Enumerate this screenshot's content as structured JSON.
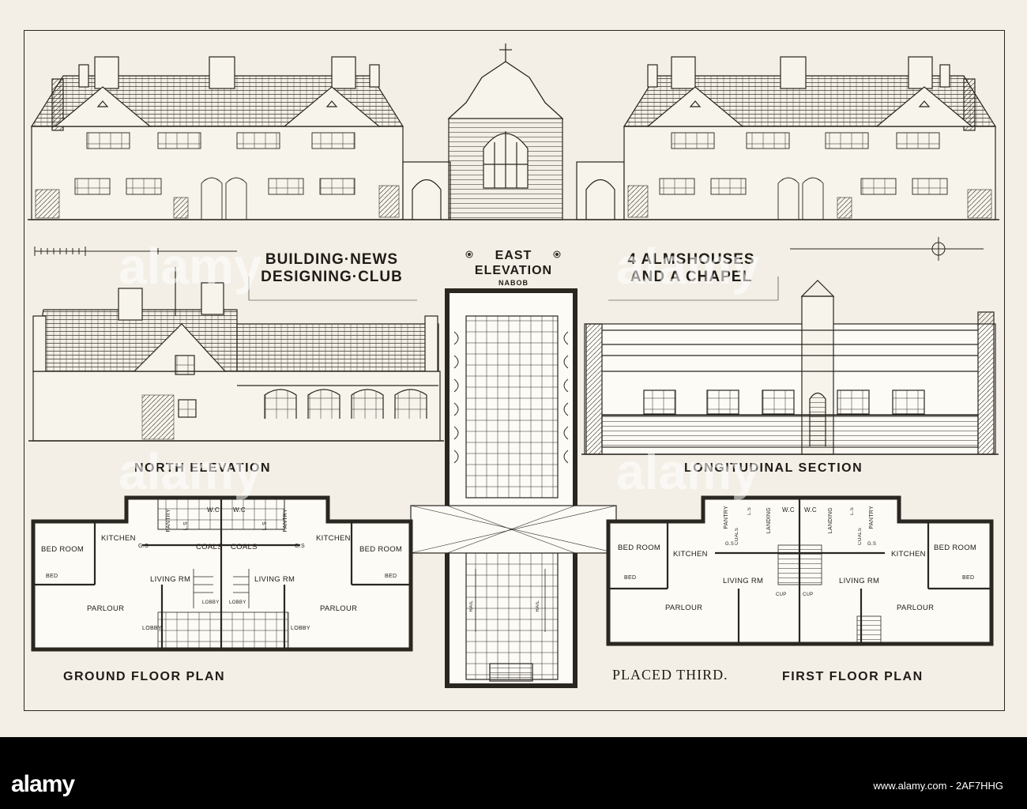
{
  "title_block": {
    "left_line1": "BUILDING·NEWS",
    "left_line2": "DESIGNING·CLUB",
    "center_line1": "EAST",
    "center_line2": "ELEVATION",
    "center_sub": "NABOB",
    "right_line1": "4 ALMSHOUSES",
    "right_line2": "AND A CHAPEL"
  },
  "captions": {
    "north": "NORTH ELEVATION",
    "section": "LONGITUDINAL SECTION",
    "ground": "GROUND FLOOR PLAN",
    "first": "FIRST FLOOR PLAN",
    "placed": "PLACED THIRD."
  },
  "ground_rooms": {
    "bed_l": "BED ROOM",
    "bed_r": "BED ROOM",
    "bed_l2": "BED",
    "bed_r2": "BED",
    "kitchen_l": "KITCHEN",
    "kitchen_r": "KITCHEN",
    "living_l": "LIVING RM",
    "living_r": "LIVING RM",
    "parlour_l": "PARLOUR",
    "parlour_r": "PARLOUR",
    "coals_l": "COALS",
    "coals_r": "COALS",
    "wc_l": "W.C",
    "wc_r": "W.C",
    "pantry_l": "PANTRY",
    "pantry_r": "PANTRY",
    "lobby_l": "LOBBY",
    "lobby_r": "LOBBY",
    "lobby_c1": "LOBBY",
    "lobby_c2": "LOBBY",
    "gs_l": "G.S",
    "gs_r": "G.S",
    "ls_l": "L.S",
    "ls_r": "L.S"
  },
  "first_rooms": {
    "bed_l": "BED ROOM",
    "bed_r": "BED ROOM",
    "bed_l2": "BED",
    "bed_r2": "BED",
    "kitchen_l": "KITCHEN",
    "kitchen_r": "KITCHEN",
    "living_l": "LIVING RM",
    "living_r": "LIVING RM",
    "parlour_l": "PARLOUR",
    "parlour_r": "PARLOUR",
    "wc_l": "W.C",
    "wc_r": "W.C",
    "landing_l": "LANDING",
    "landing_r": "LANDING",
    "pantry_l": "PANTRY",
    "pantry_r": "PANTRY",
    "coals_l": "COALS",
    "coals_r": "COALS",
    "cup_l": "CUP",
    "cup_r": "CUP",
    "gs_l": "G.S",
    "gs_r": "G.S",
    "ls_l": "L.S",
    "ls_r": "L.S"
  },
  "chapel_plan": {
    "rail_l": "RAIL",
    "rail_r": "RAIL"
  },
  "watermarks": [
    "alamy",
    "alamy",
    "alamy",
    "alamy"
  ],
  "footer": {
    "brand": "alamy",
    "stock_id": "www.alamy.com - 2AF7HHG"
  },
  "colors": {
    "paper": "#f3efe6",
    "ink": "#2a2620",
    "footer": "#000000"
  }
}
